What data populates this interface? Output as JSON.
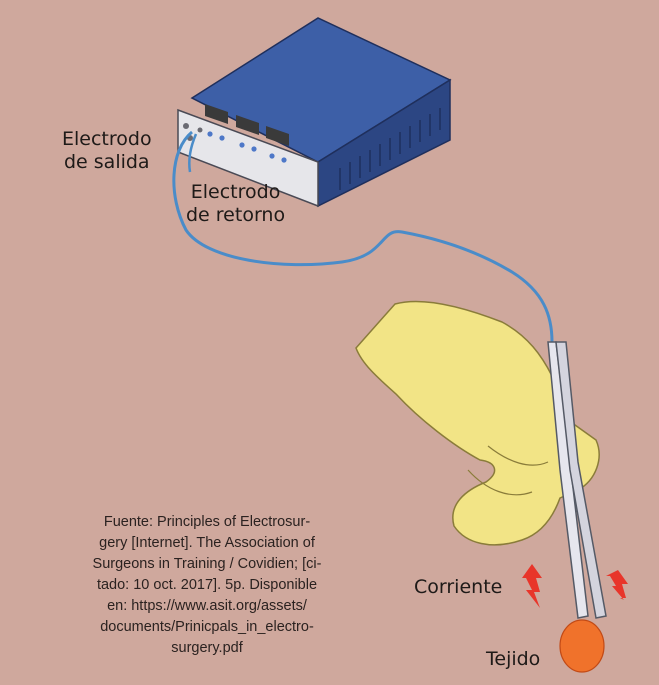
{
  "labels": {
    "output_electrode": [
      "Electrodo",
      "de salida"
    ],
    "return_electrode": [
      "Electrodo",
      "de retorno"
    ],
    "current": "Corriente",
    "tissue": "Tejido"
  },
  "source_lines": [
    "Fuente: Principles of Electrosur-",
    "gery [Internet]. The Association of",
    "Surgeons in Training / Covidien; [ci-",
    "tado: 10 oct. 2017]. 5p. Disponible",
    "en: https://www.asit.org/assets/",
    "documents/Prinicpals_in_electro-",
    "surgery.pdf"
  ],
  "colors": {
    "background": "#cfa89d",
    "generator_top": "#3d5fa7",
    "generator_side": "#2c4683",
    "cable": "#4a8cc9",
    "glove": "#f2e486",
    "tissue": "#f0722b",
    "current_arrow": "#e8352a"
  }
}
